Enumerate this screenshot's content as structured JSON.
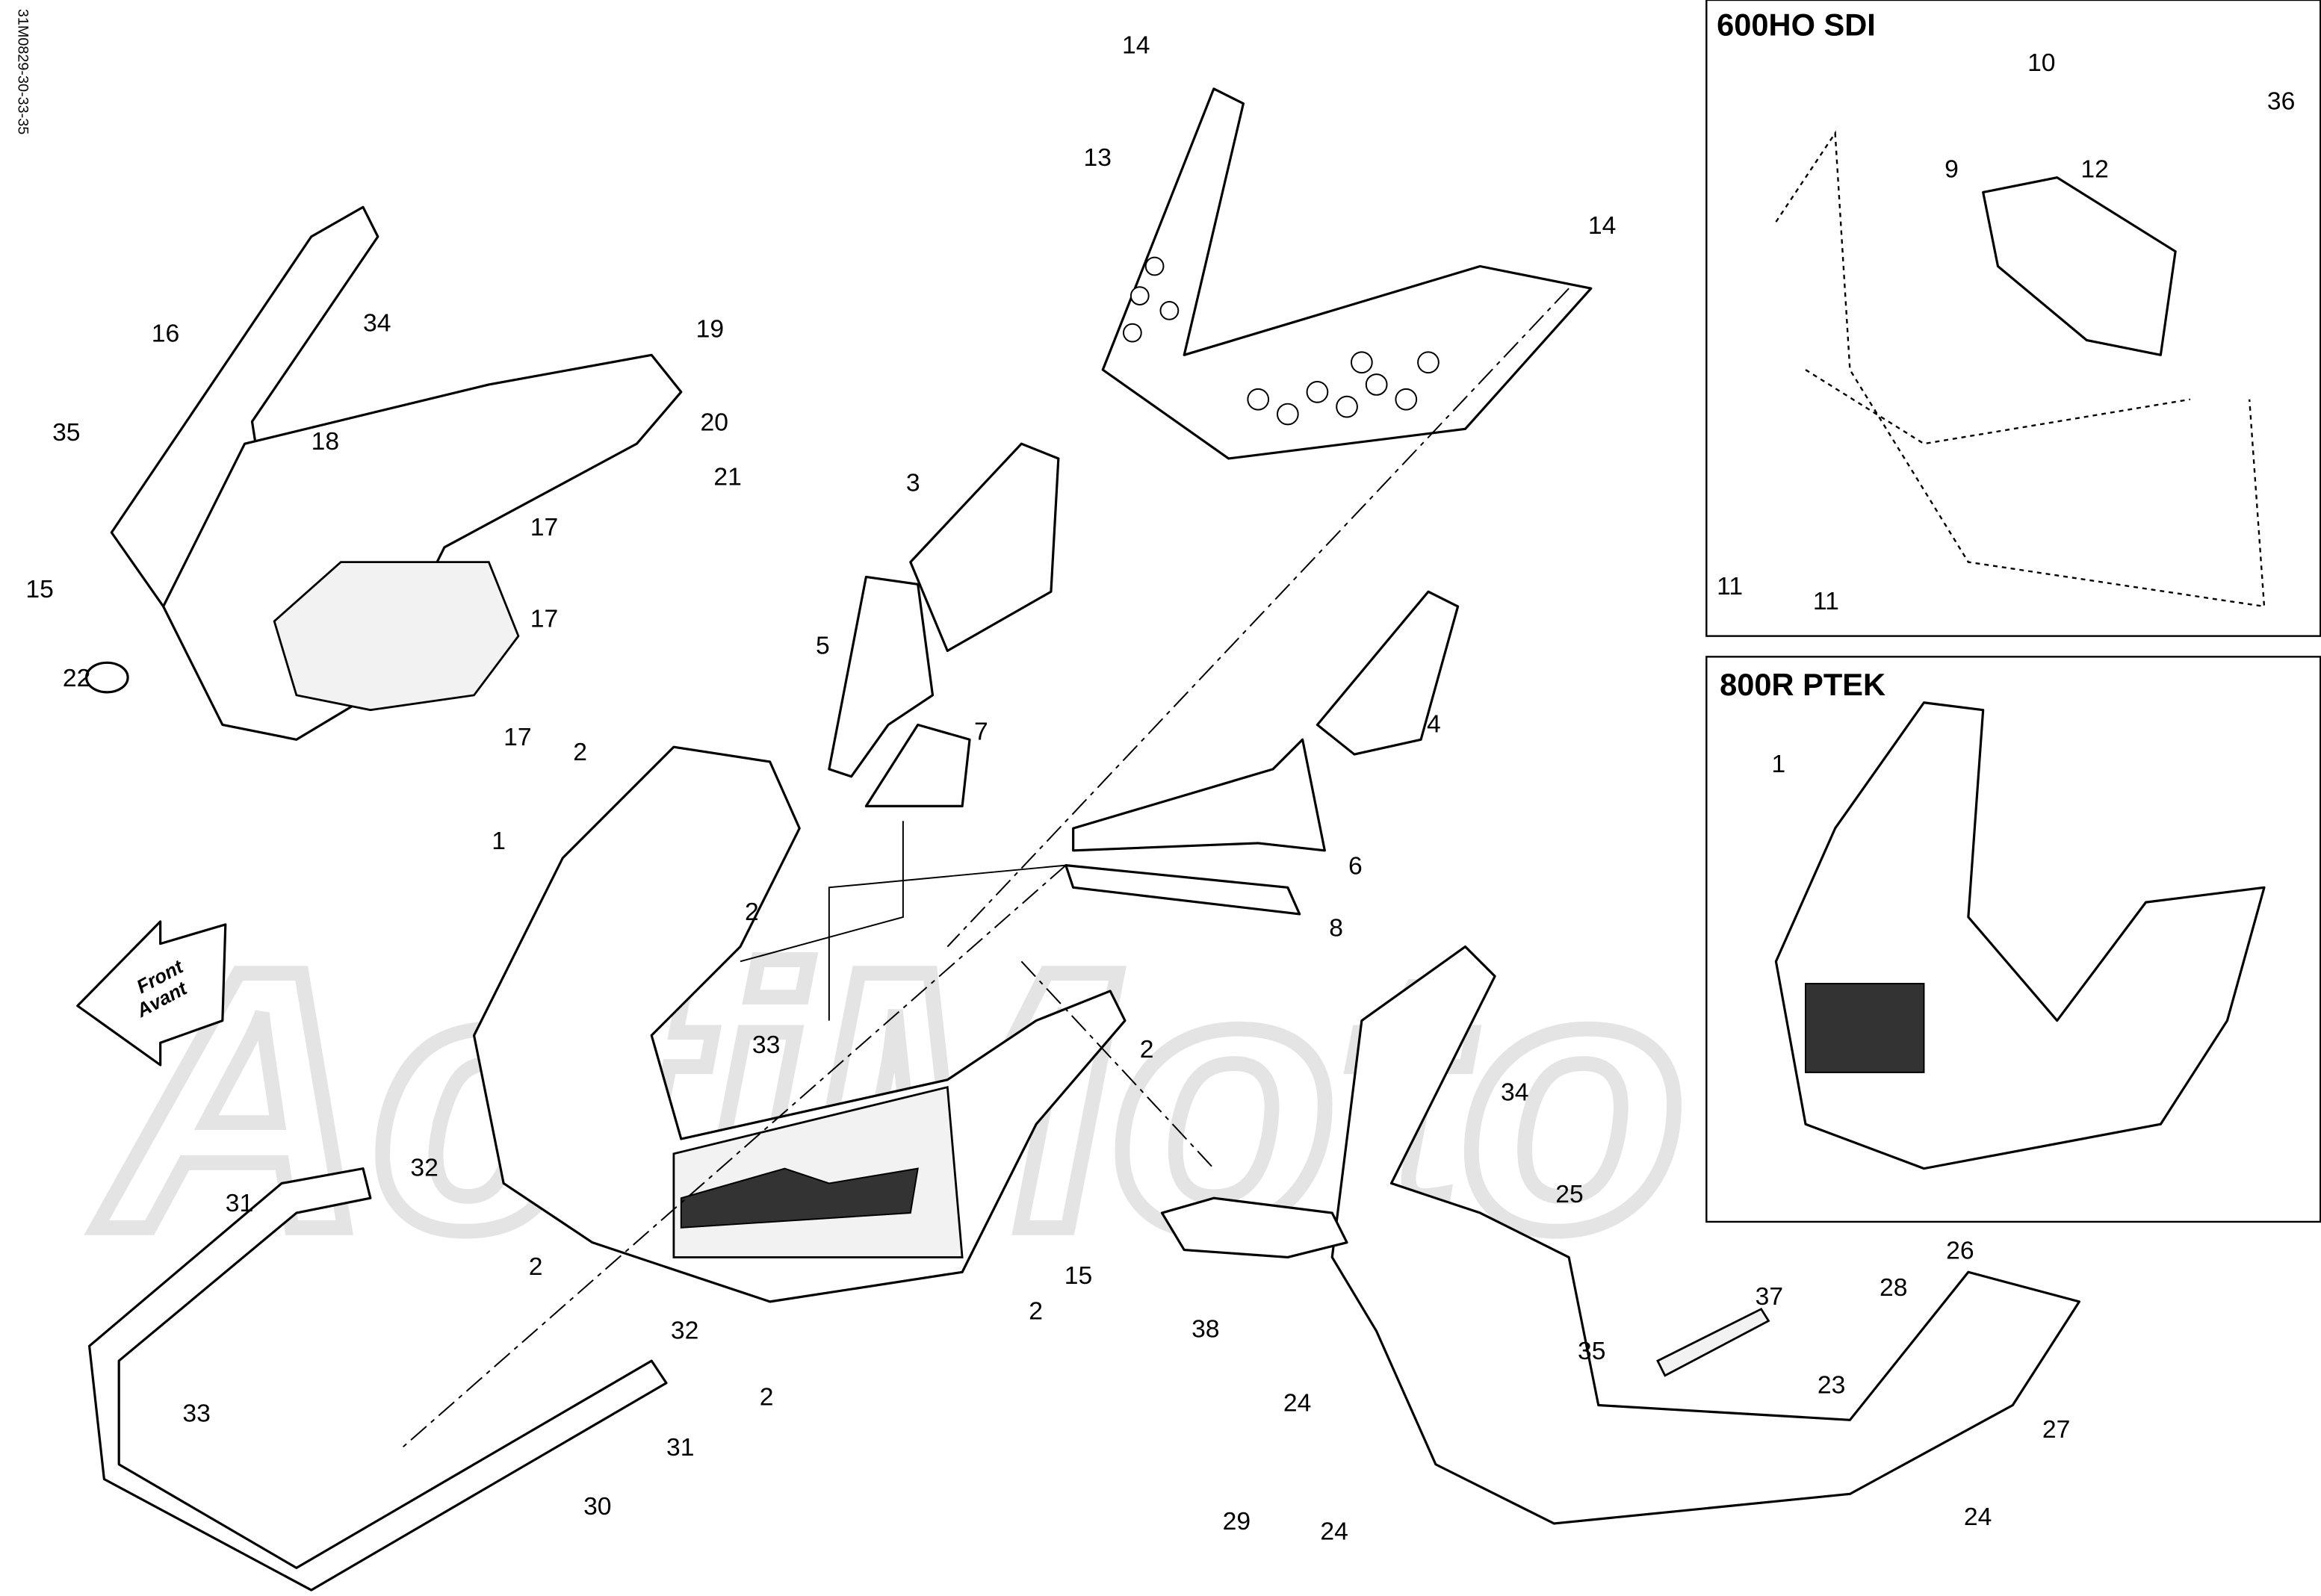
{
  "drawing_id": "31M0829-30-33-35",
  "watermark": "ActiMoto",
  "front_arrow": {
    "line1": "Front",
    "line2": "Avant"
  },
  "insets": [
    {
      "title": "600HO SDI",
      "callouts": [
        "10",
        "36",
        "9",
        "12",
        "11",
        "11"
      ]
    },
    {
      "title": "800R PTEK",
      "callouts": [
        "1"
      ]
    }
  ],
  "callouts": [
    "16",
    "34",
    "35",
    "18",
    "19",
    "20",
    "21",
    "17",
    "17",
    "17",
    "15",
    "22",
    "14",
    "13",
    "14",
    "3",
    "5",
    "7",
    "4",
    "6",
    "8",
    "2",
    "1",
    "2",
    "2",
    "33",
    "31",
    "32",
    "2",
    "2",
    "2",
    "32",
    "33",
    "31",
    "30",
    "34",
    "25",
    "15",
    "38",
    "35",
    "37",
    "23",
    "26",
    "28",
    "27",
    "24",
    "24",
    "24",
    "29"
  ]
}
